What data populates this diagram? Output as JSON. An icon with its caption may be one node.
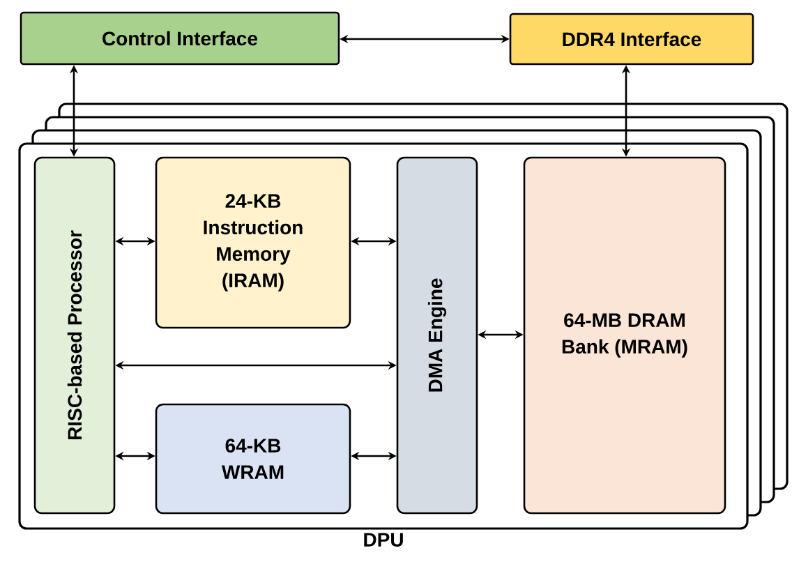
{
  "diagram": {
    "nodes": [
      {
        "text": [
          "Control Interface"
        ]
      },
      {
        "text": [
          "DDR4 Interface"
        ]
      },
      {
        "text": [
          "DPU"
        ]
      },
      {
        "text": [
          "RISC-based Processor"
        ],
        "in": 2
      },
      {
        "text": [
          "24-KB Instruction Memory (IRAM)"
        ],
        "in": 2
      },
      {
        "text": [
          "64-KB WRAM"
        ],
        "in": 2
      },
      {
        "text": [
          "DMA Engine"
        ],
        "in": 2
      },
      {
        "text": [
          "64-MB DRAM Bank (MRAM)"
        ],
        "in": 2
      }
    ],
    "edges": [
      {
        "from": 0,
        "to": 1,
        "arrow": "both"
      },
      {
        "from": 0,
        "to": 3,
        "arrow": "both"
      },
      {
        "from": 1,
        "to": 7,
        "arrow": "both"
      },
      {
        "from": 3,
        "to": 4,
        "arrow": "both"
      },
      {
        "from": 4,
        "to": 6,
        "arrow": "both"
      },
      {
        "from": 3,
        "to": 6,
        "arrow": "both"
      },
      {
        "from": 3,
        "to": 5,
        "arrow": "both"
      },
      {
        "from": 5,
        "to": 6,
        "arrow": "both"
      },
      {
        "from": 6,
        "to": 7,
        "arrow": "both"
      }
    ]
  }
}
